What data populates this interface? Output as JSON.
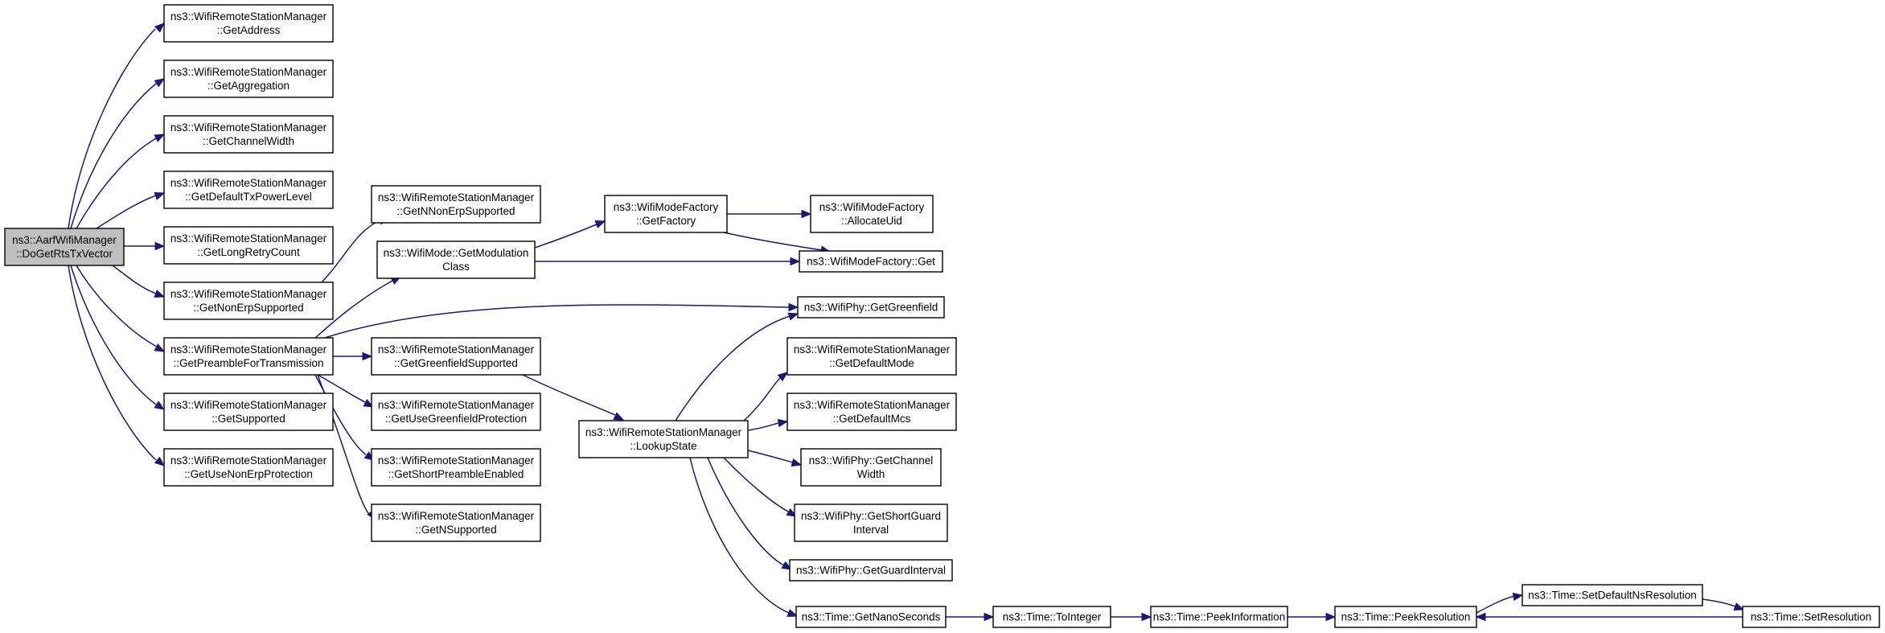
{
  "nodes": {
    "root": [
      "ns3::AarfWifiManager",
      "::DoGetRtsTxVector"
    ],
    "gaddr": [
      "ns3::WifiRemoteStationManager",
      "::GetAddress"
    ],
    "gagg": [
      "ns3::WifiRemoteStationManager",
      "::GetAggregation"
    ],
    "gcw": [
      "ns3::WifiRemoteStationManager",
      "::GetChannelWidth"
    ],
    "gdtx": [
      "ns3::WifiRemoteStationManager",
      "::GetDefaultTxPowerLevel"
    ],
    "glrc": [
      "ns3::WifiRemoteStationManager",
      "::GetLongRetryCount"
    ],
    "gnerp": [
      "ns3::WifiRemoteStationManager",
      "::GetNonErpSupported"
    ],
    "gpft": [
      "ns3::WifiRemoteStationManager",
      "::GetPreambleForTransmission"
    ],
    "gsup": [
      "ns3::WifiRemoteStationManager",
      "::GetSupported"
    ],
    "gunep": [
      "ns3::WifiRemoteStationManager",
      "::GetUseNonErpProtection"
    ],
    "gnnerp": [
      "ns3::WifiRemoteStationManager",
      "::GetNNonErpSupported"
    ],
    "gmodc": [
      "ns3::WifiMode::GetModulation",
      "Class"
    ],
    "ggfs": [
      "ns3::WifiRemoteStationManager",
      "::GetGreenfieldSupported"
    ],
    "gugp": [
      "ns3::WifiRemoteStationManager",
      "::GetUseGreenfieldProtection"
    ],
    "gspe": [
      "ns3::WifiRemoteStationManager",
      "::GetShortPreambleEnabled"
    ],
    "gns": [
      "ns3::WifiRemoteStationManager",
      "::GetNSupported"
    ],
    "gfact": [
      "ns3::WifiModeFactory",
      "::GetFactory"
    ],
    "auid": [
      "ns3::WifiModeFactory",
      "::AllocateUid"
    ],
    "mfget": [
      "ns3::WifiModeFactory::Get"
    ],
    "ggreen": [
      "ns3::WifiPhy::GetGreenfield"
    ],
    "gdmode": [
      "ns3::WifiRemoteStationManager",
      "::GetDefaultMode"
    ],
    "gdmcs": [
      "ns3::WifiRemoteStationManager",
      "::GetDefaultMcs"
    ],
    "lstate": [
      "ns3::WifiRemoteStationManager",
      "::LookupState"
    ],
    "pcw": [
      "ns3::WifiPhy::GetChannel",
      "Width"
    ],
    "psgi": [
      "ns3::WifiPhy::GetShortGuard",
      "Interval"
    ],
    "pgi": [
      "ns3::WifiPhy::GetGuardInterval"
    ],
    "tgns": [
      "ns3::Time::GetNanoSeconds"
    ],
    "tint": [
      "ns3::Time::ToInteger"
    ],
    "tpinf": [
      "ns3::Time::PeekInformation"
    ],
    "tpres": [
      "ns3::Time::PeekResolution"
    ],
    "tsdns": [
      "ns3::Time::SetDefaultNsResolution"
    ],
    "tsres": [
      "ns3::Time::SetResolution"
    ]
  },
  "colors": {
    "edge": "#191970",
    "root_fill": "#bfbfbf",
    "node_fill": "#ffffff",
    "node_stroke": "#000000"
  }
}
